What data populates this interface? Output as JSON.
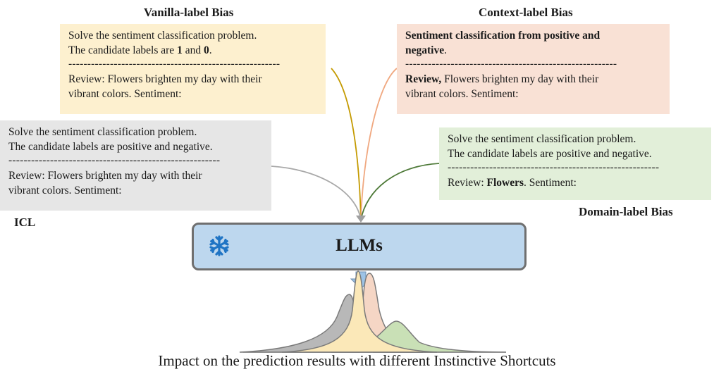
{
  "titles": {
    "vanilla": "Vanilla-label Bias",
    "context": "Context-label Bias",
    "icl": "ICL",
    "domain": "Domain-label Bias"
  },
  "prompts": {
    "vanilla": {
      "line1": "Solve the sentiment classification problem.",
      "line2_prefix": "The candidate labels are ",
      "label_a": "1",
      "line2_mid": " and ",
      "label_b": "0",
      "line2_suffix": ".",
      "separator": "--------------------------------------------------------",
      "review1": "Review: Flowers brighten my day with their",
      "review2": "vibrant colors. Sentiment:"
    },
    "context": {
      "bold1": "Sentiment classification from positive and",
      "bold2": "negative",
      "bold2_suffix": ".",
      "separator": "--------------------------------------------------------",
      "review_bold": "Review,",
      "review1_rest": " Flowers brighten my day with their",
      "review2": "vibrant colors. Sentiment:"
    },
    "icl": {
      "line1": "Solve the sentiment classification problem.",
      "line2": "The candidate labels are positive and negative.",
      "separator": "--------------------------------------------------------",
      "review1": "Review: Flowers brighten my day with their",
      "review2": "vibrant colors. Sentiment:"
    },
    "domain": {
      "line1": "Solve the sentiment classification problem.",
      "line2": "The candidate labels are positive and negative.",
      "separator": "--------------------------------------------------------",
      "review_prefix": "Review: ",
      "review_bold": "Flowers",
      "review_suffix": ". Sentiment:"
    }
  },
  "model": {
    "label": "LLMs",
    "icon": "snowflake-icon"
  },
  "caption": "Impact on the prediction results with different Instinctive Shortcuts",
  "colors": {
    "vanilla": "#fdf0cf",
    "context": "#f9e1d5",
    "icl": "#e6e6e6",
    "domain": "#e2efd9",
    "llm": "#bdd7ee",
    "vanilla_curve": "#c49a00",
    "context_curve": "#f0a880",
    "icl_curve": "#a8a8a8",
    "domain_curve": "#4e7a38",
    "snowflake": "#1f74c4"
  }
}
